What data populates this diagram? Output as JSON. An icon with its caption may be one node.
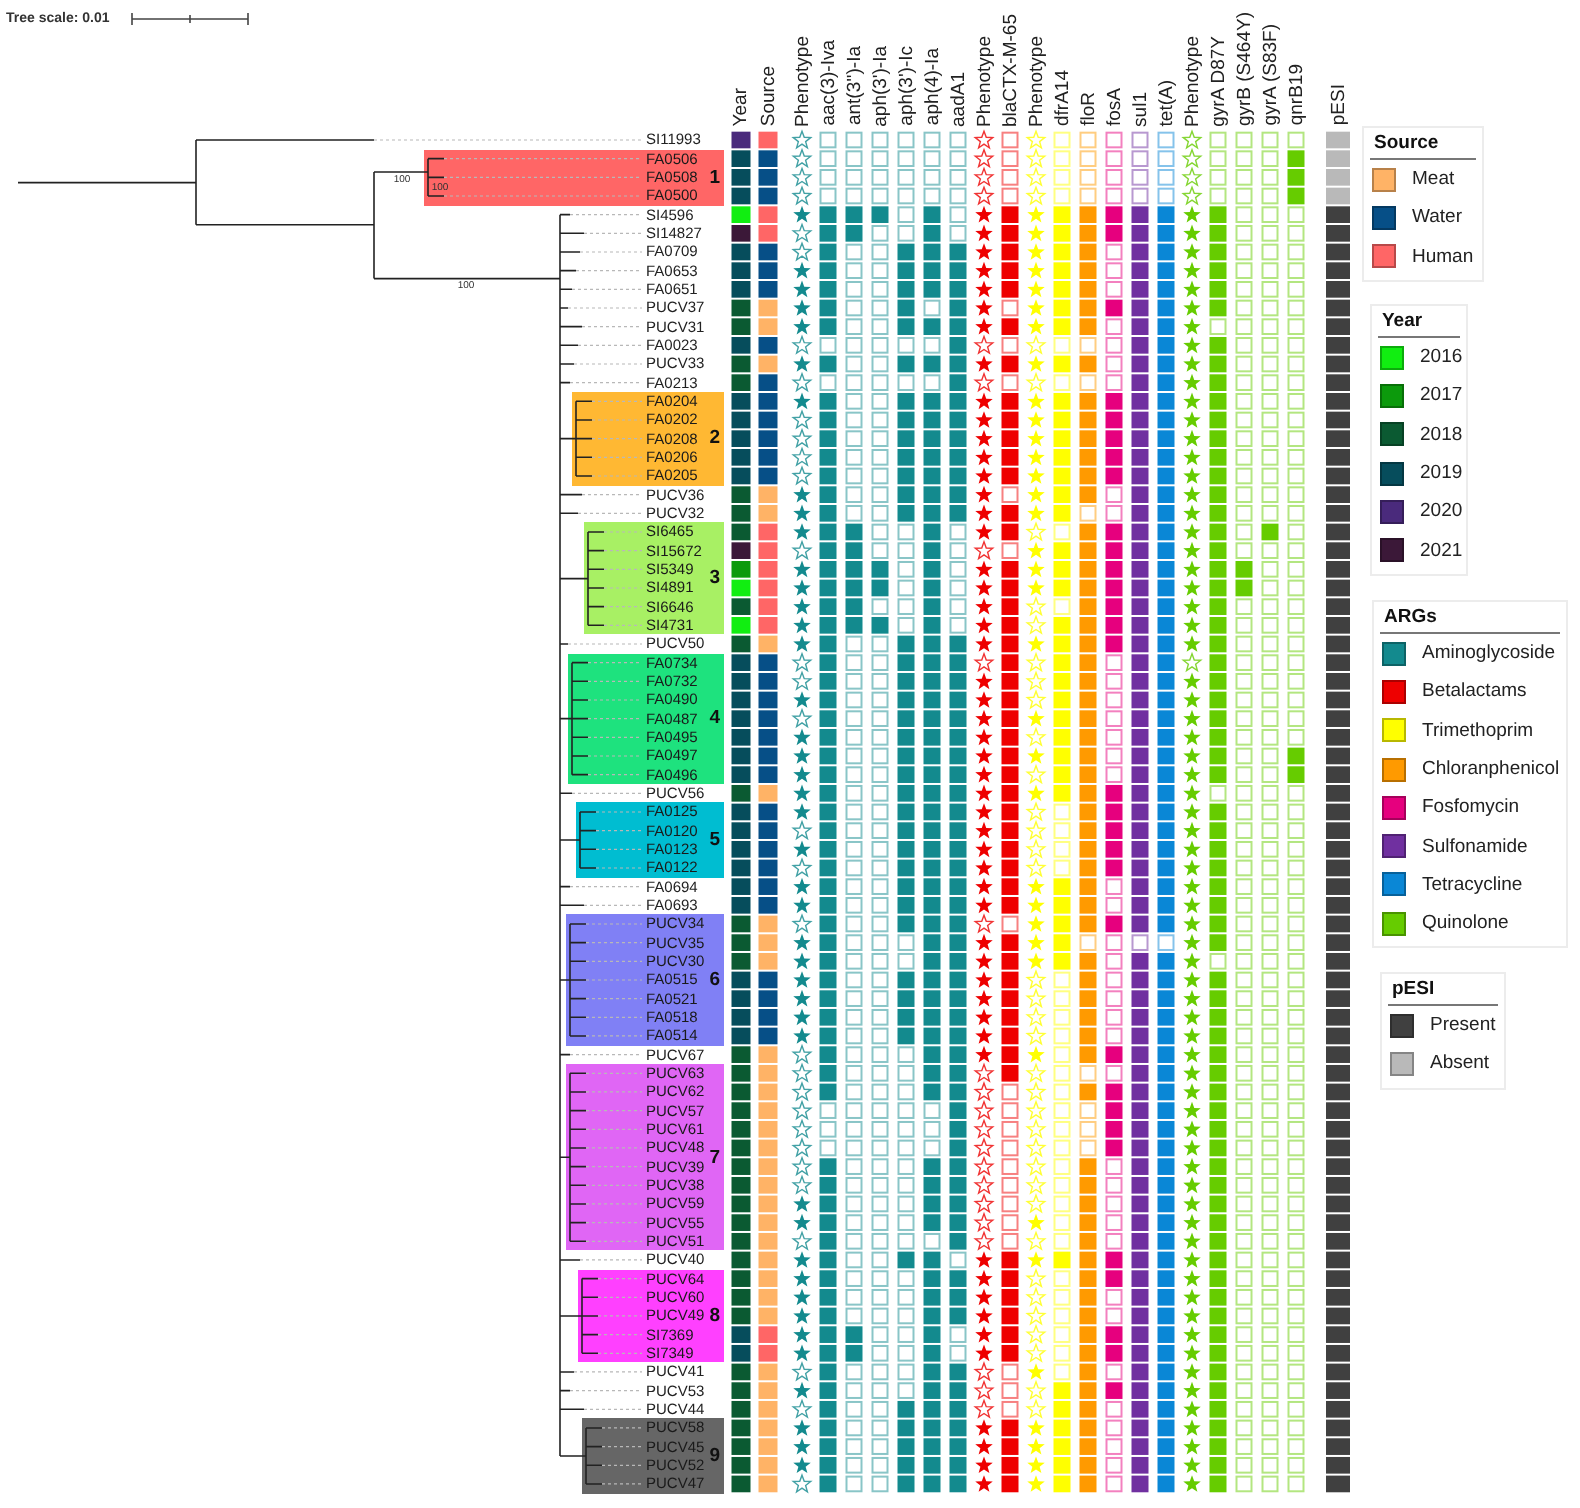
{
  "diagram": {
    "nodes": [
      {
        "text": [
          "FA0506",
          "FA0508",
          "FA0500",
          "1"
        ]
      },
      {
        "text": [
          "FA0204",
          "FA0202",
          "FA0208",
          "FA0206",
          "FA0205",
          "2"
        ]
      },
      {
        "text": [
          "SI6465",
          "SI15672",
          "SI5349",
          "SI4891",
          "SI6646",
          "SI4731",
          "3"
        ]
      },
      {
        "text": [
          "FA0734",
          "FA0732",
          "FA0490",
          "FA0487",
          "FA0495",
          "FA0497",
          "FA0496",
          "4"
        ]
      },
      {
        "text": [
          "FA0125",
          "FA0120",
          "FA0123",
          "FA0122",
          "5"
        ]
      },
      {
        "text": [
          "PUCV34",
          "PUCV35",
          "PUCV30",
          "FA0515",
          "FA0521",
          "FA0518",
          "FA0514",
          "6"
        ]
      },
      {
        "text": [
          "PUCV63",
          "PUCV62",
          "PUCV57",
          "PUCV61",
          "PUCV48",
          "PUCV39",
          "PUCV38",
          "PUCV59",
          "PUCV55",
          "PUCV51",
          "7"
        ]
      },
      {
        "text": [
          "PUCV64",
          "PUCV60",
          "PUCV49",
          "SI7369",
          "SI7349",
          "8"
        ]
      },
      {
        "text": [
          "PUCV58",
          "PUCV45",
          "PUCV52",
          "PUCV47",
          "9"
        ]
      }
    ],
    "labels": [
      "Tree scale: 0.01",
      "Year",
      "Source",
      "Phenotype",
      "aac(3)-Iva",
      "ant(3'')-Ia",
      "aph(3')-Ia",
      "aph(3')-Ic",
      "aph(4)-Ia",
      "aadA1",
      "Phenotype",
      "blaCTX-M-65",
      "Phenotype",
      "dfrA14",
      "floR",
      "fosA",
      "sul1",
      "tet(A)",
      "Phenotype",
      "gyrA D87Y",
      "gyrB (S464Y)",
      "gyrA (S83F)",
      "qnrB19",
      "pESI",
      "SI11993",
      "SI4596",
      "SI14827",
      "FA0709",
      "FA0653",
      "FA0651",
      "PUCV37",
      "PUCV31",
      "FA0023",
      "PUCV33",
      "FA0213",
      "PUCV36",
      "PUCV32",
      "PUCV50",
      "PUCV56",
      "FA0694",
      "FA0693",
      "PUCV67",
      "PUCV40",
      "PUCV41",
      "PUCV53",
      "PUCV44",
      "100",
      "100",
      "100",
      "Source",
      "Year",
      "ARGs",
      "pESI"
    ],
    "legend": [
      {
        "text": "Meat",
        "color": "#ffb366"
      },
      {
        "text": "Water",
        "color": "#064f87"
      },
      {
        "text": "Human",
        "color": "#ff6666"
      },
      {
        "text": "2016",
        "color": "#11ee11"
      },
      {
        "text": "2017",
        "color": "#0c9a0c"
      },
      {
        "text": "2018",
        "color": "#0b5a32"
      },
      {
        "text": "2019",
        "color": "#064d5c"
      },
      {
        "text": "2020",
        "color": "#4a2a7c"
      },
      {
        "text": "2021",
        "color": "#3b1838"
      },
      {
        "text": "Aminoglycoside",
        "color": "#138a8e"
      },
      {
        "text": "Betalactams",
        "color": "#ee0000"
      },
      {
        "text": "Trimethoprim",
        "color": "#ffff00"
      },
      {
        "text": "Chloranphenicol",
        "color": "#ff9a00"
      },
      {
        "text": "Fosfomycin",
        "color": "#e6007e"
      },
      {
        "text": "Sulfonamide",
        "color": "#7030a0"
      },
      {
        "text": "Tetracycline",
        "color": "#0a87d6"
      },
      {
        "text": "Quinolone",
        "color": "#66cc00"
      },
      {
        "text": "Present",
        "color": "#404040"
      },
      {
        "text": "Absent",
        "color": "#b9b9b9"
      }
    ]
  }
}
